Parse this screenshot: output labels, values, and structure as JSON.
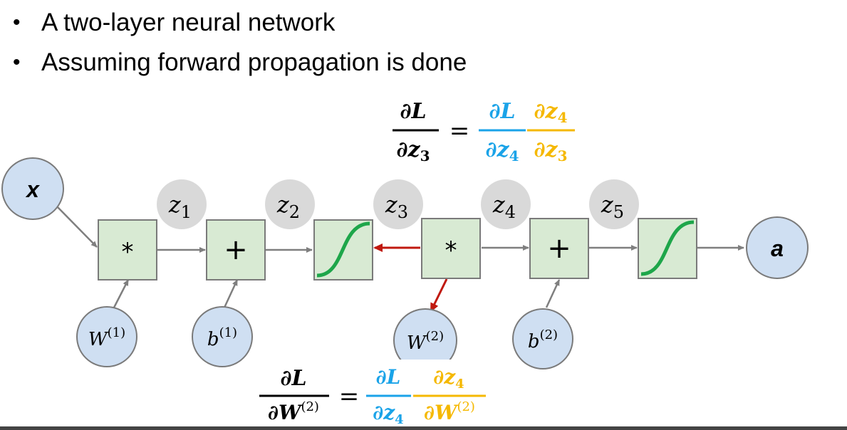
{
  "bullets": [
    "A two-layer neural network",
    "Assuming forward propagation is done"
  ],
  "nodes": {
    "x": "x",
    "a": "a",
    "w1_base": "W",
    "w1_sup": "(1)",
    "b1_base": "b",
    "b1_sup": "(1)",
    "w2_base": "W",
    "w2_sup": "(2)",
    "b2_base": "b",
    "b2_sup": "(2)"
  },
  "ops": {
    "mul": "*",
    "add": "+"
  },
  "z_labels": [
    {
      "base": "z",
      "sub": "1"
    },
    {
      "base": "z",
      "sub": "2"
    },
    {
      "base": "z",
      "sub": "3"
    },
    {
      "base": "z",
      "sub": "4"
    },
    {
      "base": "z",
      "sub": "5"
    }
  ],
  "eq_top": {
    "lhs_num": "∂L",
    "lhs_den_prefix": "∂",
    "lhs_den_var": "z",
    "lhs_den_sub": "3",
    "equals": "=",
    "t1_num": "∂L",
    "t1_den_prefix": "∂",
    "t1_den_var": "z",
    "t1_den_sub": "4",
    "t2_num_prefix": "∂",
    "t2_num_var": "z",
    "t2_num_sub": "4",
    "t2_den_prefix": "∂",
    "t2_den_var": "z",
    "t2_den_sub": "3"
  },
  "eq_bottom": {
    "lhs_num": "∂L",
    "lhs_den_prefix": "∂",
    "lhs_den_var": "W",
    "lhs_den_sup": "(2)",
    "equals": "=",
    "t1_num": "∂L",
    "t1_den_prefix": "∂",
    "t1_den_var": "z",
    "t1_den_sub": "4",
    "t2_num_prefix": "∂",
    "t2_num_var": "z",
    "t2_num_sub": "4",
    "t2_den_prefix": "∂",
    "t2_den_var": "W",
    "t2_den_sup": "(2)"
  },
  "colors": {
    "node_fill": "#cfdff2",
    "node_stroke": "#7a7a7a",
    "box_fill": "#d8ead3",
    "box_stroke": "#7a7a7a",
    "z_badge": "#d9d9d9",
    "arrow": "#7f7f7f",
    "backprop_arrow": "#c0190f",
    "sigmoid": "#1ea64a",
    "eq_blue": "#1aa3e8",
    "eq_orange": "#f5b800",
    "text": "#000000"
  }
}
